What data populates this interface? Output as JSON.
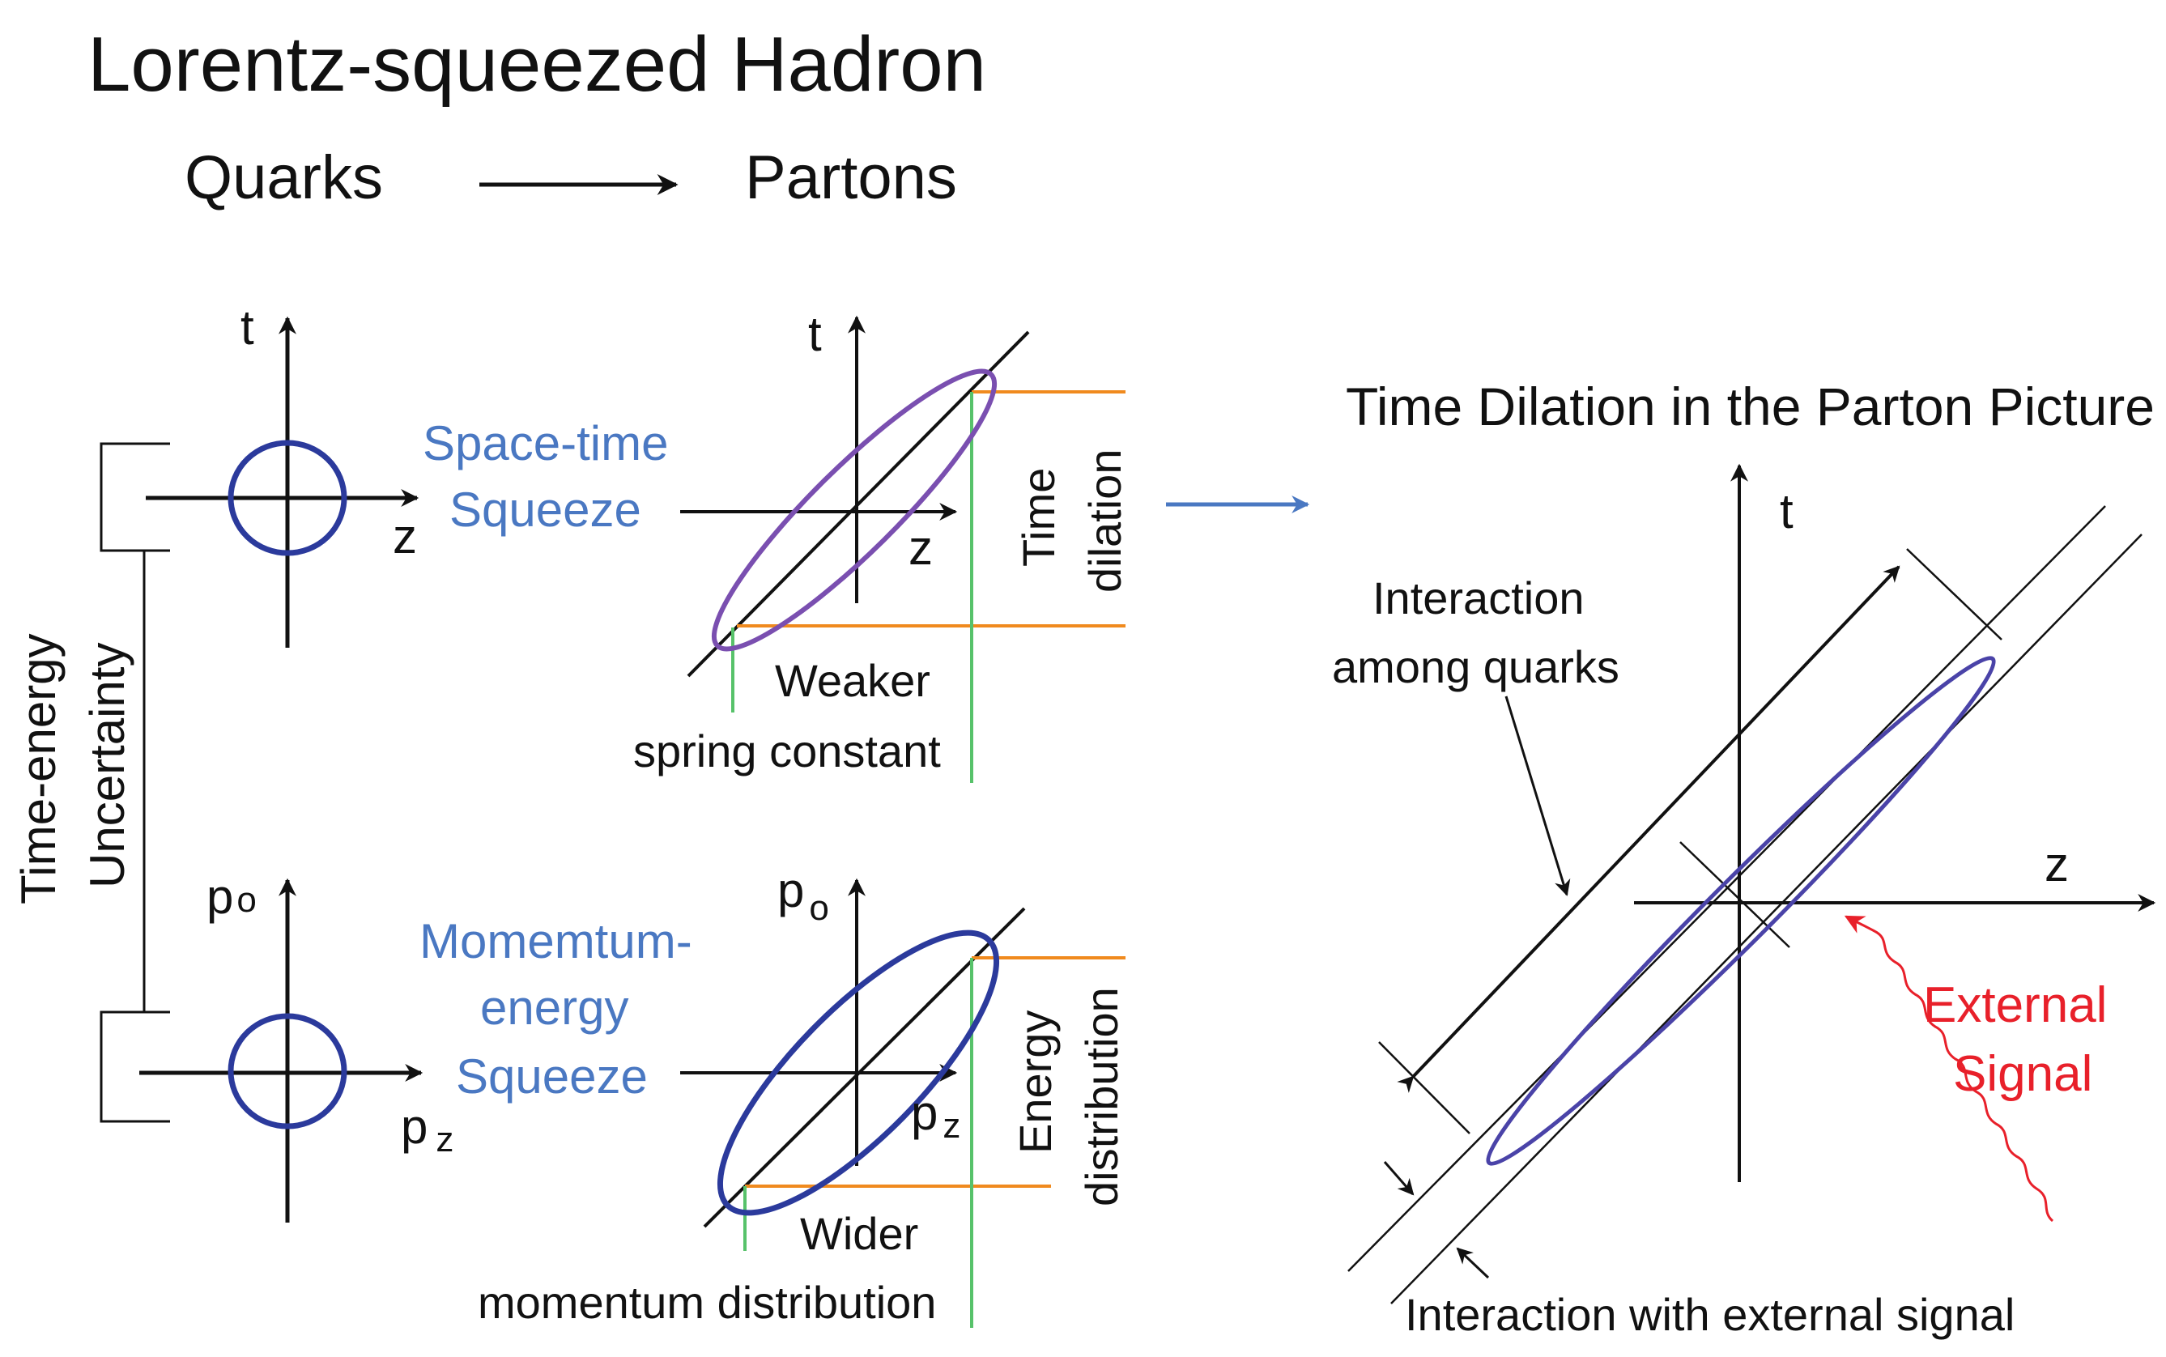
{
  "title": "Lorentz-squeezed Hadron",
  "header": {
    "left": "Quarks",
    "right": "Partons"
  },
  "side_label": {
    "line1": "Time-energy",
    "line2": "Uncertainty"
  },
  "top_row": {
    "rest_axes": {
      "vertical": "t",
      "horizontal": "z"
    },
    "squeeze_label": [
      "Space-time",
      "Squeeze"
    ],
    "boosted_axes": {
      "vertical": "t",
      "horizontal": "z"
    },
    "side_annotation": [
      "Time",
      "dilation"
    ],
    "bottom_annotation": [
      "Weaker",
      "spring constant"
    ]
  },
  "bottom_row": {
    "rest_axes": {
      "vertical": "p",
      "vertical_sub": "o",
      "horizontal": "p",
      "horizontal_sub": "z"
    },
    "squeeze_label": [
      "Momemtum-",
      "energy",
      "Squeeze"
    ],
    "boosted_axes": {
      "vertical": "p",
      "vertical_sub": "o",
      "horizontal": "p",
      "horizontal_sub": "z"
    },
    "side_annotation": [
      "Energy",
      "distribution"
    ],
    "bottom_annotation": [
      "Wider",
      "momentum distribution"
    ]
  },
  "right_panel": {
    "title": "Time Dilation in the Parton Picture",
    "axes": {
      "vertical": "t",
      "horizontal": "z"
    },
    "interaction_quarks": [
      "Interaction",
      "among quarks"
    ],
    "external_signal": [
      "External",
      "Signal"
    ],
    "interaction_external": "Interaction with external signal"
  },
  "colors": {
    "ellipse_rest": "#2b3a9c",
    "ellipse_boost_top": "#7a4fb0",
    "ellipse_boost_bottom": "#2b3a9c",
    "ellipse_right": "#4a43a8",
    "orange_lines": "#f08a1e",
    "green_lines": "#57c26a",
    "blue_text": "#4a78c2",
    "blue_arrow": "#4a78c2",
    "red_signal": "#e8202a"
  }
}
